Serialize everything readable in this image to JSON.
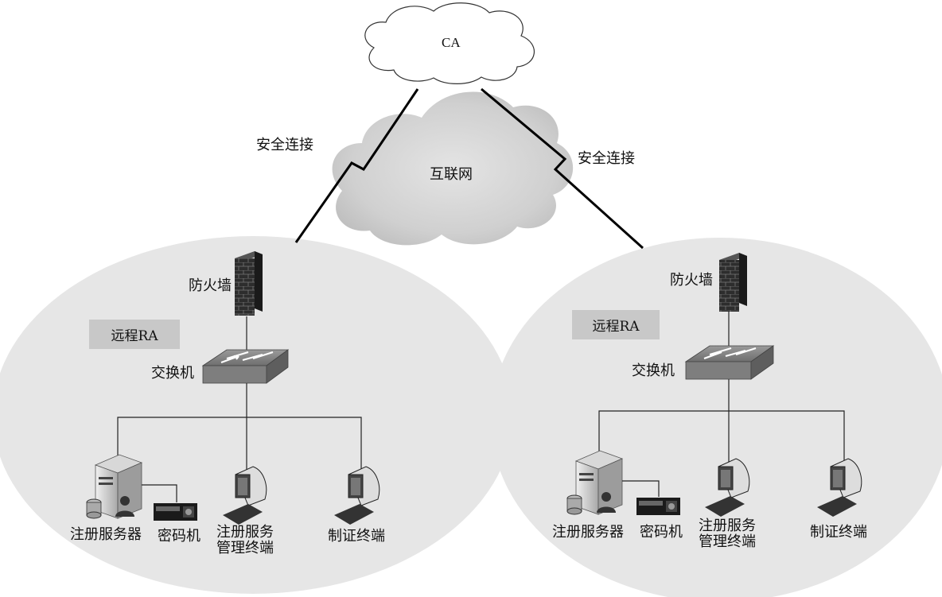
{
  "cloud_ca": {
    "label": "CA"
  },
  "internet": {
    "label": "互联网"
  },
  "links": {
    "left_label": "安全连接",
    "right_label": "安全连接"
  },
  "sites": [
    {
      "ra_label": "远程RA",
      "firewall_label": "防火墙",
      "switch_label": "交换机",
      "server_label": "注册服务器",
      "crypto_label": "密码机",
      "mgmt_label_line1": "注册服务",
      "mgmt_label_line2": "管理终端",
      "cert_label": "制证终端"
    },
    {
      "ra_label": "远程RA",
      "firewall_label": "防火墙",
      "switch_label": "交换机",
      "server_label": "注册服务器",
      "crypto_label": "密码机",
      "mgmt_label_line1": "注册服务",
      "mgmt_label_line2": "管理终端",
      "cert_label": "制证终端"
    }
  ],
  "colors": {
    "site_fill": "#e6e6e6",
    "ra_box": "#c8c8c8",
    "brick": "#3a3a3a",
    "switch": "#8a8a8a"
  }
}
